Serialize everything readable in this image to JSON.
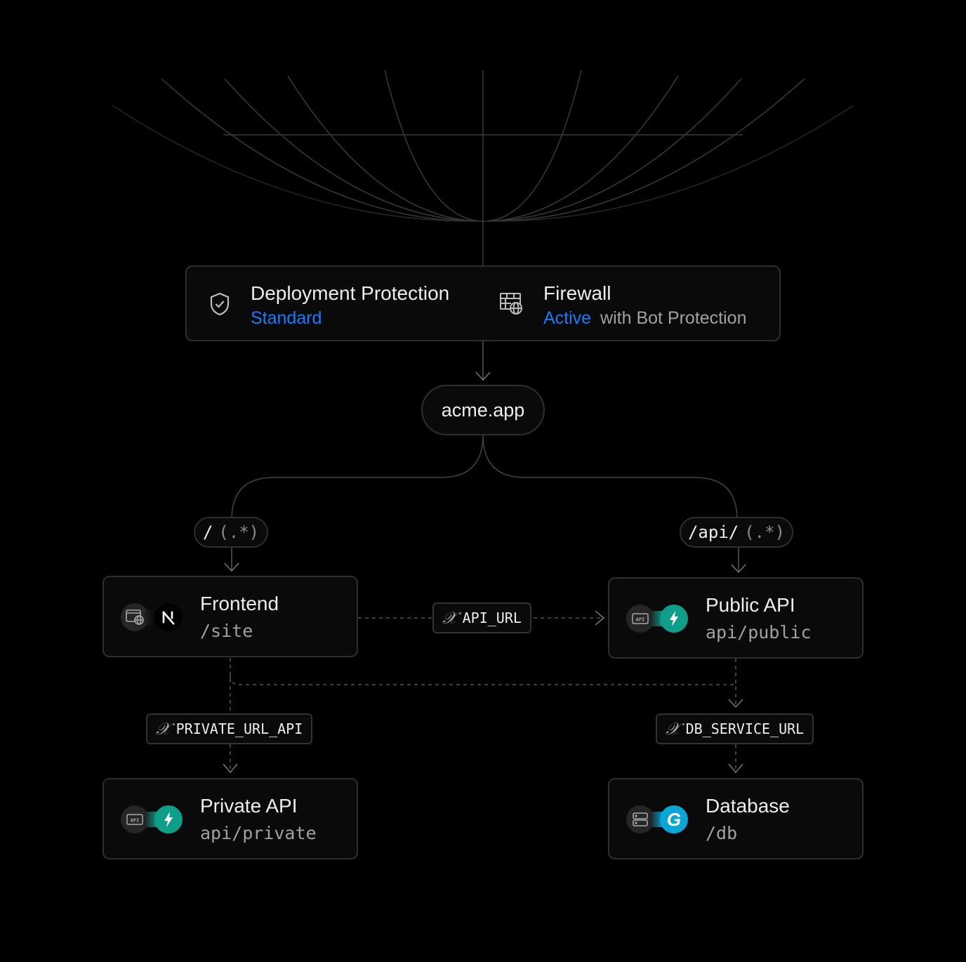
{
  "protection": {
    "title": "Deployment Protection",
    "status": "Standard"
  },
  "firewall": {
    "title": "Firewall",
    "status": "Active",
    "detail": "with Bot Protection"
  },
  "domain": "acme.app",
  "routes": {
    "left": {
      "path": "/",
      "pattern": "(.*)"
    },
    "right": {
      "path": "/api/",
      "pattern": "(.*)"
    }
  },
  "services": {
    "frontend": {
      "name": "Frontend",
      "path": "/site",
      "framework_icon": "nextjs-icon"
    },
    "public_api": {
      "name": "Public API",
      "path": "api/public",
      "framework_icon": "bolt-icon"
    },
    "private_api": {
      "name": "Private API",
      "path": "api/private",
      "framework_icon": "bolt-icon"
    },
    "database": {
      "name": "Database",
      "path": "/db",
      "framework_icon": "g-icon"
    }
  },
  "env_vars": {
    "api_url": "API_URL",
    "private_url_api": "PRIVATE_URL_API",
    "db_service_url": "DB_SERVICE_URL"
  },
  "colors": {
    "background": "#000000",
    "card": "#0a0a0a",
    "border": "#2e2e2e",
    "accent_blue": "#1a7bff",
    "teal": "#0f9e8a",
    "cyan": "#0aa6d8",
    "muted": "#a1a1a1"
  }
}
